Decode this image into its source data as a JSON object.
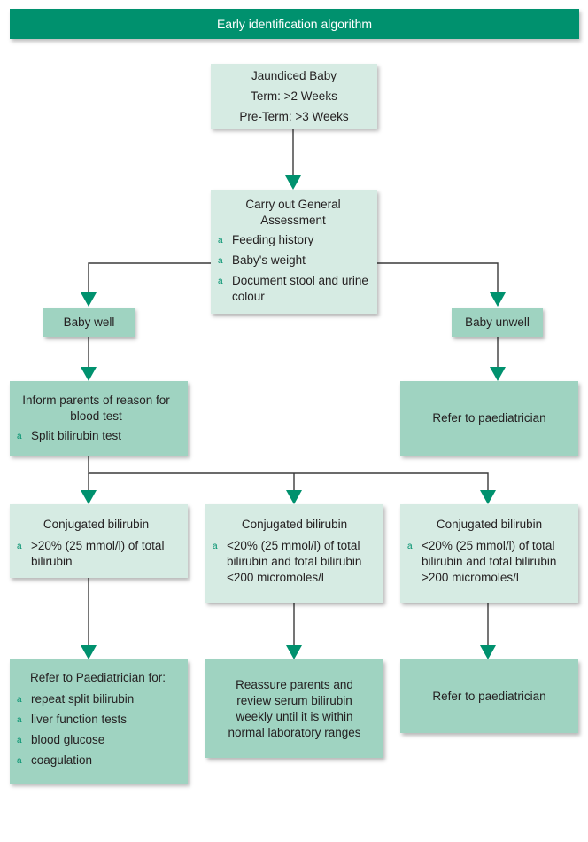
{
  "header": {
    "title": "Early identification algorithm"
  },
  "nodes": {
    "jaundiced": {
      "lines": [
        "Jaundiced Baby",
        "Term: >2 Weeks",
        "Pre-Term: >3 Weeks"
      ]
    },
    "assessment": {
      "title": "Carry out General Assessment",
      "bullets": [
        "Feeding history",
        "Baby's weight",
        "Document stool and urine colour"
      ]
    },
    "well": {
      "label": "Baby well"
    },
    "unwell": {
      "label": "Baby unwell"
    },
    "inform": {
      "title": "Inform parents of reason for blood test",
      "bullets": [
        "Split bilirubin test"
      ]
    },
    "refer_unwell": {
      "label": "Refer to paediatrician"
    },
    "conj_left": {
      "title": "Conjugated bilirubin",
      "bullets": [
        ">20% (25 mmol/l) of total bilirubin"
      ]
    },
    "conj_mid": {
      "title": "Conjugated bilirubin",
      "bullets": [
        "<20% (25 mmol/l) of total bilirubin and total bilirubin <200 micromoles/l"
      ]
    },
    "conj_right": {
      "title": "Conjugated bilirubin",
      "bullets": [
        "<20% (25 mmol/l) of total bilirubin and total bilirubin >200 micromoles/l"
      ]
    },
    "refer_for": {
      "title": "Refer to Paediatrician for:",
      "bullets": [
        "repeat split bilirubin",
        "liver function tests",
        "blood glucose",
        "coagulation"
      ]
    },
    "reassure": {
      "label": "Reassure parents and review serum bilirubin weekly until it is within normal laboratory ranges"
    },
    "refer_right": {
      "label": "Refer to paediatrician"
    }
  },
  "colors": {
    "banner": "#00916e",
    "light_box": "#d6ebe3",
    "dark_box": "#9fd3c1",
    "arrow": "#00916e"
  }
}
